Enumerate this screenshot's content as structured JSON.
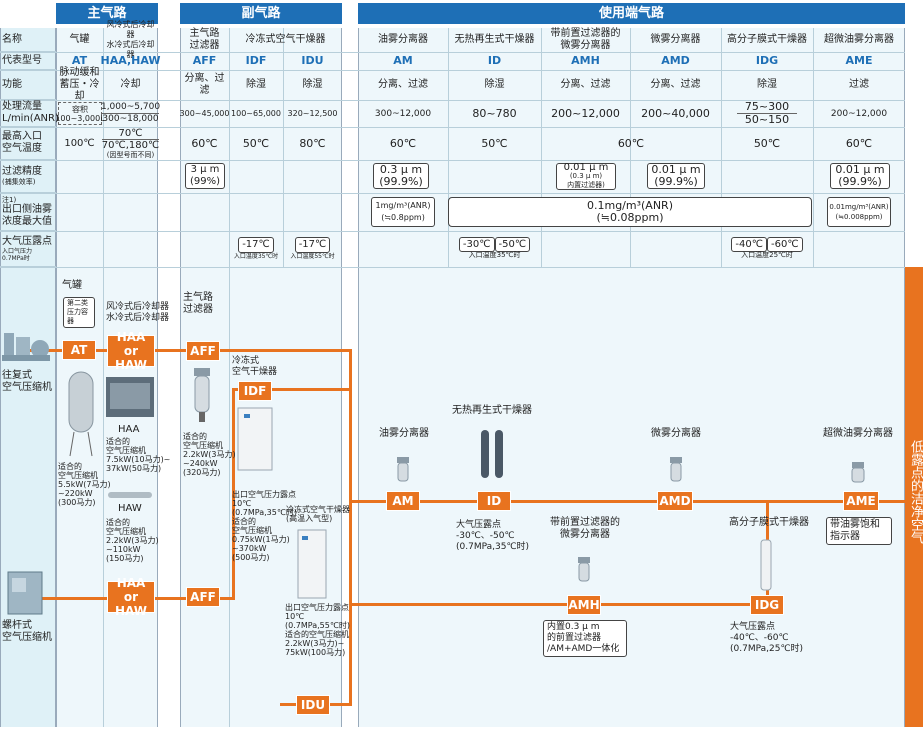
{
  "sections": {
    "main": "主气路",
    "sub": "副气路",
    "use": "使用端气路"
  },
  "row_labels": {
    "name": "名称",
    "code": "代表型号",
    "func": "功能",
    "flow": "处理流量\nL/min(ANR)",
    "temp": "最高入口\n空气温度",
    "precision": "过滤精度",
    "precision_sub": "(捕集效率)",
    "oil_note": "注1)",
    "oil": "出口侧油雾\n浓度最大值",
    "dew": "大气压露点",
    "dew_sub": "入口气压力\n0.7MPa时"
  },
  "columns": [
    {
      "name": "气罐",
      "code": "AT",
      "func": "脉动缓和\n蓄压・冷却",
      "flow_a": "容积",
      "flow_b": "100~3,000L",
      "temp": "100℃"
    },
    {
      "name": "风冷式后冷却器\n水冷式后冷却器",
      "code": "HAA,HAW",
      "func": "冷却",
      "flow_a": "1,000~5,700",
      "flow_b": "300~18,000",
      "temp_a": "70℃",
      "temp_b": "70℃,180℃",
      "temp_c": "(因型号而不同)"
    },
    {
      "name": "主气路\n过滤器",
      "code": "AFF",
      "func": "分离、过滤",
      "flow": "300~45,000",
      "temp": "60℃",
      "prec": "3 µ m",
      "prec2": "(99%)"
    },
    {
      "name": "冷冻式空气干燥器",
      "code": "IDF",
      "func": "除湿",
      "flow": "100~65,000",
      "temp": "50℃",
      "dew": "-17℃",
      "dew_note": "入口温度35℃时"
    },
    {
      "name": "",
      "code": "IDU",
      "func": "除湿",
      "flow": "320~12,500",
      "temp": "80℃",
      "dew": "-17℃",
      "dew_note": "入口温度55℃时"
    },
    {
      "name": "油雾分离器",
      "code": "AM",
      "func": "分离、过滤",
      "flow": "300~12,000",
      "temp": "60℃",
      "prec": "0.3 µ m",
      "prec2": "(99.9%)",
      "oil": "1mg/m³(ANR)",
      "oil2": "(≒0.8ppm)"
    },
    {
      "name": "无热再生式干燥器",
      "code": "ID",
      "func": "除湿",
      "flow": "80~780",
      "temp": "50℃",
      "dew_a": "-30℃",
      "dew_b": "-50℃",
      "dew_note": "入口温度35℃时"
    },
    {
      "name": "带前置过滤器的\n微雾分离器",
      "code": "AMH",
      "func": "分离、过滤",
      "flow": "200~12,000",
      "prec": "0.01 µ m",
      "prec_mid": "(0.3 µ m)",
      "prec2": "内置过滤器)"
    },
    {
      "name": "微雾分离器",
      "code": "AMD",
      "func": "分离、过滤",
      "flow": "200~40,000",
      "prec": "0.01 µ m",
      "prec2": "(99.9%)",
      "shared_temp": "60℃",
      "shared_oil": "0.1mg/m³(ANR)",
      "shared_oil2": "(≒0.08ppm)"
    },
    {
      "name": "高分子膜式干燥器",
      "code": "IDG",
      "func": "除湿",
      "flow_a": "75~300",
      "flow_b": "50~150",
      "temp": "50℃",
      "dew_a": "-40℃",
      "dew_b": "-60℃",
      "dew_note": "入口温度25℃时"
    },
    {
      "name": "超微油雾分离器",
      "code": "AME",
      "func": "过滤",
      "flow": "200~12,000",
      "temp": "60℃",
      "prec": "0.01 µ m",
      "prec2": "(99.9%)",
      "oil": "0.01mg/m³(ANR)",
      "oil2": "(≒0.008ppm)"
    }
  ],
  "diagram": {
    "recip": "往复式\n空气压缩机",
    "screw": "螺杆式\n空气压缩机",
    "tank": "气罐",
    "tank_cls": "第二类\n压力容器",
    "cooler": "风冷式后冷却器\n水冷式后冷却器",
    "haa_or_haw": "HAA or\nHAW",
    "haa": "HAA",
    "haw": "HAW",
    "tank_note": "适合的\n空气压缩机\n5.5kW(7马力)\n~220kW\n(300马力)",
    "haa_note": "适合的\n空气压缩机\n7.5kW(10马力)~\n37kW(50马力)",
    "haw_note": "适合的\n空气压缩机\n2.2kW(3马力)\n~110kW\n(150马力)",
    "aff_title": "主气路\n过滤器",
    "aff_note": "适合的\n空气压缩机\n2.2kW(3马力)\n~240kW\n(320马力)",
    "idf_title": "冷冻式\n空气干燥器",
    "idf_note": "出口空气压力露点\n10℃\n(0.7MPa,35℃时)\n适合的\n空气压缩机\n0.75kW(1马力)\n~370kW\n(500马力)",
    "idu_title": "冷冻式空气干燥器\n(高温入气型)",
    "idu_note": "出口空气压力露点\n10℃\n(0.7MPa,55℃时)\n适合的空气压缩机\n2.2kW(3马力)~\n75kW(100马力)",
    "am_title": "油雾分离器",
    "id_title": "无热再生式干燥器",
    "id_note": "大气压露点\n-30℃、-50℃\n(0.7MPa,35℃时)",
    "amh_title": "带前置过滤器的\n微雾分离器",
    "amh_note": "内置0.3 µ m\n的前置过滤器\n/AM+AMD一体化",
    "amd_title": "微雾分离器",
    "idg_title": "高分子膜式干燥器",
    "idg_note": "大气压露点\n-40℃、-60℃\n(0.7MPa,25℃时)",
    "ame_title": "超微油雾分离器",
    "ame_note": "带油雾饱和\n指示器",
    "side": "低露点的洁净空气"
  }
}
